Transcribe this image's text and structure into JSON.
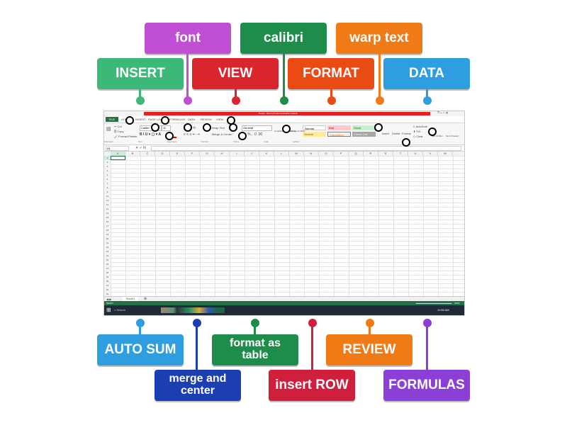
{
  "labels": {
    "font": "font",
    "calibri": "calibri",
    "warp_text": "warp text",
    "insert": "INSERT",
    "view": "VIEW",
    "format": "FORMAT",
    "data": "DATA",
    "auto_sum": "AUTO SUM",
    "merge_and_center": "merge and center",
    "format_as_table": "format as table",
    "insert_row": "insert ROW",
    "review": "REVIEW",
    "formulas": "FORMULAS"
  },
  "colors": {
    "purple_light": "#c04fd3",
    "green_dark": "#1e8c4a",
    "orange": "#f07a16",
    "teal_green": "#3cb878",
    "red": "#d9262e",
    "orange_red": "#ea4b14",
    "sky_blue": "#2e9ee0",
    "navy": "#1b3fb0",
    "crimson": "#d01f3c",
    "violet": "#8b3fd6",
    "excel_green": "#217346"
  },
  "excel": {
    "file_tab": "FILE",
    "ribbon_tabs": [
      "HOME",
      "INSERT",
      "PAGE LAYOUT",
      "FORMULAS",
      "DATA",
      "REVIEW",
      "VIEW"
    ],
    "title_text": "Book1 - Excel (Product Activation Failed)",
    "font_name": "Calibri",
    "font_size": "11",
    "number_format": "General",
    "wrap_text_btn": "Wrap Text",
    "merge_btn": "Merge & Center",
    "styles": [
      "Normal",
      "Bad",
      "Good",
      "Neutral",
      "Calculation",
      "Check Cell"
    ],
    "insert_btn": "Insert",
    "delete_btn": "Delete",
    "format_btn": "Format",
    "autosum_btn": "AutoSum",
    "fill_btn": "Fill",
    "clear_btn": "Clear",
    "sort_btn": "Sort & Filter",
    "find_btn": "Find & Select",
    "group_labels": [
      "Clipboard",
      "Font",
      "Alignment",
      "Number",
      "Styles",
      "Cells",
      "Editing"
    ],
    "name_box": "A1",
    "columns": [
      "A",
      "B",
      "C",
      "D",
      "E",
      "F",
      "G",
      "H",
      "I",
      "J",
      "K",
      "L",
      "M",
      "N",
      "O",
      "P",
      "Q",
      "R",
      "S",
      "T",
      "U",
      "V",
      "W"
    ],
    "rows": [
      "1",
      "2",
      "3",
      "4",
      "5",
      "6",
      "7",
      "8",
      "9",
      "10",
      "11",
      "12",
      "13",
      "14",
      "15",
      "16",
      "17",
      "18",
      "19",
      "20",
      "21",
      "22",
      "23",
      "24",
      "25",
      "26",
      "27",
      "28",
      "29",
      "30",
      "31",
      "32",
      "33"
    ],
    "sheet_tab": "Sheet1",
    "status_left": "READY",
    "zoom": "100%",
    "taskbar_search": "Search",
    "clock": "11:56 AM"
  }
}
